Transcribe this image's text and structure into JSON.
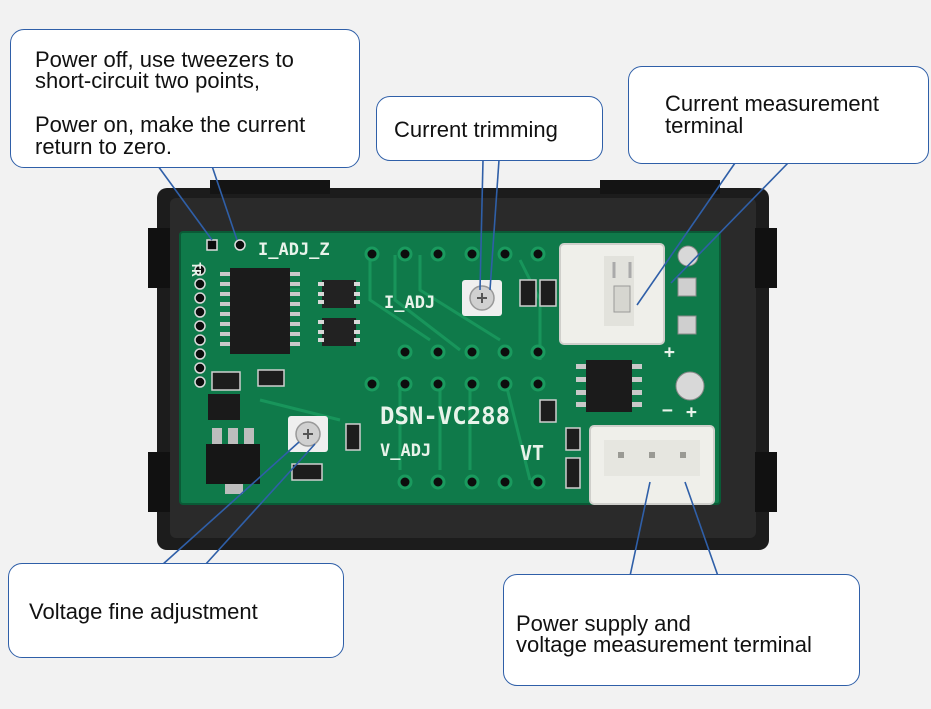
{
  "callouts": {
    "power_off": {
      "line1": "Power off, use tweezers to",
      "line2": "short-circuit two points,",
      "line3": "Power on, make the current",
      "line4": "return to zero."
    },
    "current_trimming": {
      "line1": "Current trimming"
    },
    "current_terminal": {
      "line1": "Current measurement",
      "line2": "terminal"
    },
    "voltage_fine": {
      "line1": "Voltage fine adjustment"
    },
    "power_supply": {
      "line1": "Power supply and",
      "line2": "voltage measurement terminal"
    }
  },
  "board": {
    "model": "DSN-VC288",
    "i_adj_z": "I_ADJ_Z",
    "i_adj": "I_ADJ",
    "v_adj": "V_ADJ",
    "vt": "VT",
    "tr": "TR",
    "minus": "−",
    "plus": "+",
    "plus2": "+"
  },
  "colors": {
    "pcb": "#0f7a4a",
    "frame": "#1a1a1a",
    "callout_border": "#2f5fa8",
    "connector": "#efefea",
    "background": "#f2f2f2"
  }
}
